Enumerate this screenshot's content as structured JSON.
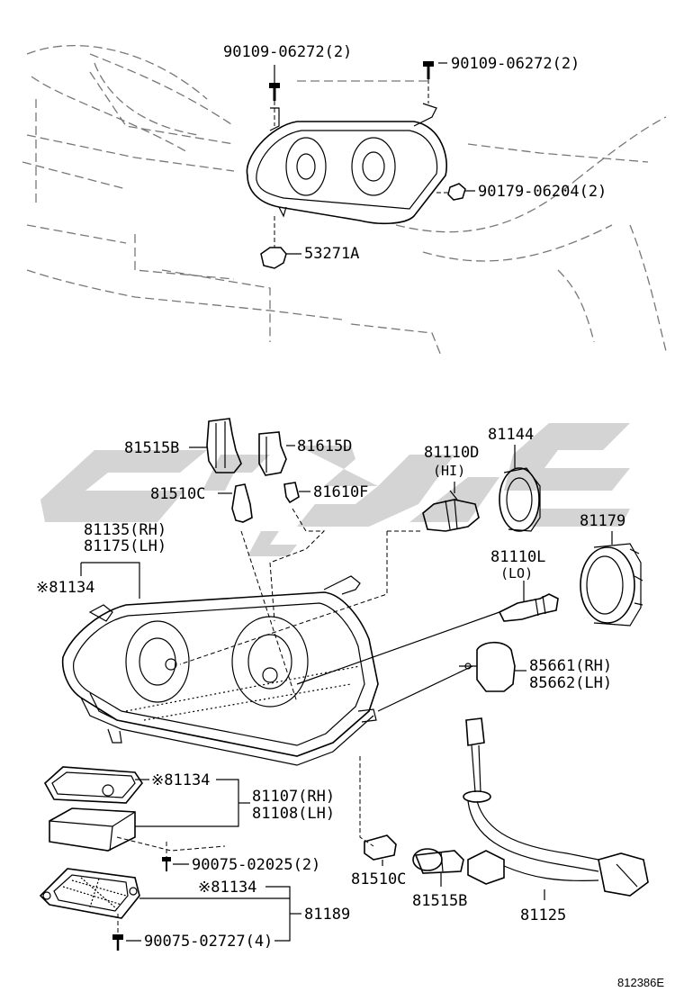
{
  "diagram": {
    "reference_code": "812386E",
    "callouts": {
      "bolt_left": "90109-06272(2)",
      "bolt_right": "90109-06272(2)",
      "nut": "90179-06204(2)",
      "clip": "53271A",
      "socket_815": "81515B",
      "socket_816": "81615D",
      "bulb_8151": "81510C",
      "bulb_8161": "81610F",
      "bulb_hi": "81110D",
      "bulb_hi_note": "(HI)",
      "cover_ring": "81144",
      "cover_cap": "81179",
      "bulb_lo": "81110L",
      "bulb_lo_note": "(LO)",
      "unit_rh": "81135(RH)",
      "unit_lh": "81175(LH)",
      "mark_81134_a": "※81134",
      "igniter_rh": "85661(RH)",
      "igniter_lh": "85662(LH)",
      "mark_81134_b": "※81134",
      "computer_rh": "81107(RH)",
      "computer_lh": "81108(LH)",
      "screw_small": "90075-02025(2)",
      "mark_81134_c": "※81134",
      "bracket": "81189",
      "screw_large": "90075-02727(4)",
      "bulb_8151_lower": "81510C",
      "socket_815_lower": "81515B",
      "wire": "81125"
    }
  }
}
